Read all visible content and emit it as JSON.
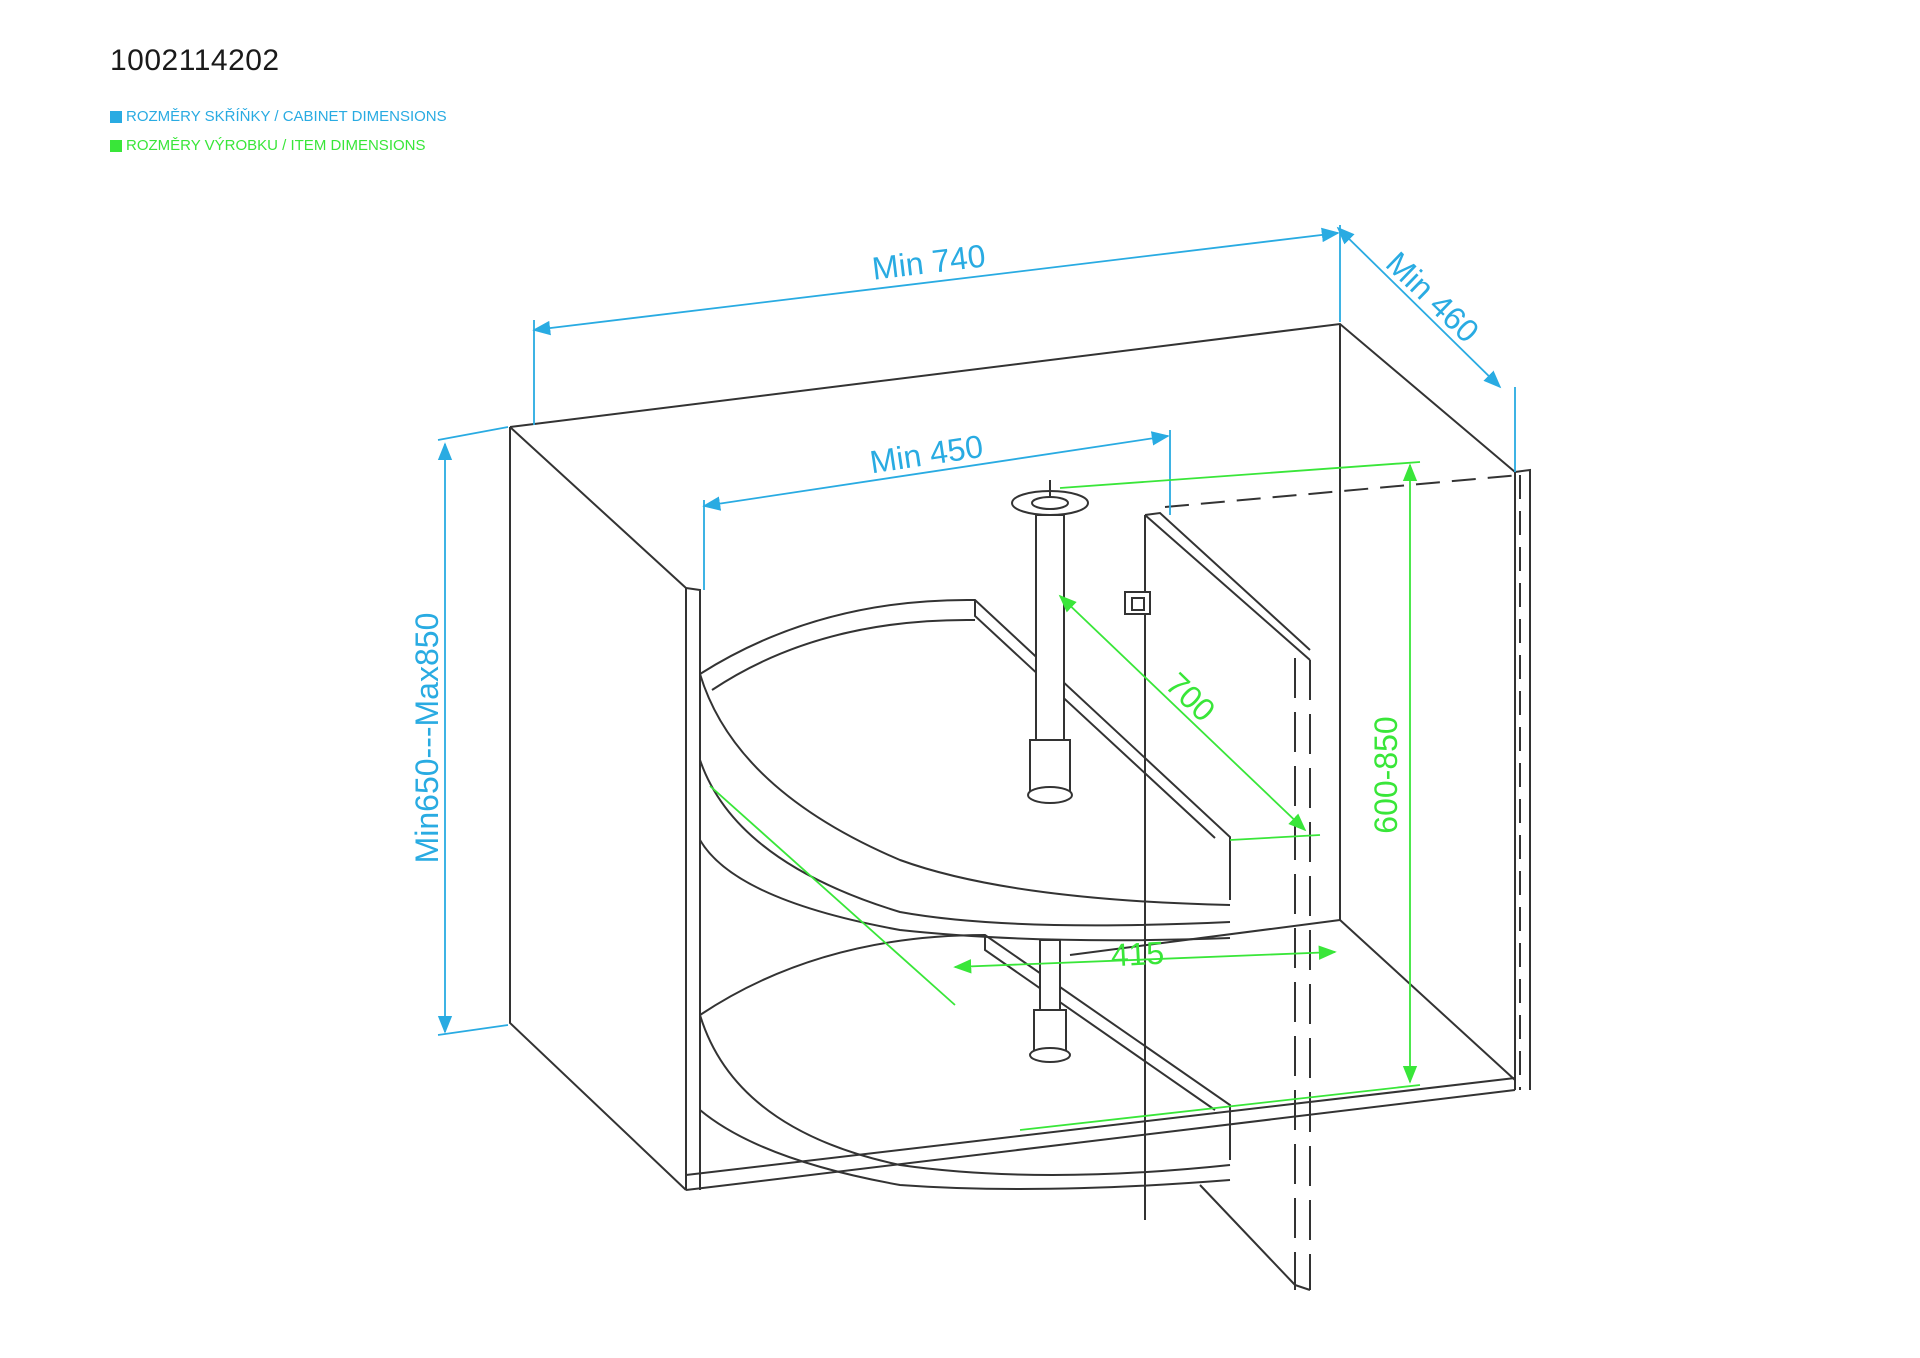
{
  "header": {
    "product_code": "1002114202"
  },
  "legend": {
    "cabinet": {
      "label": "ROZMĚRY SKŘÍŇKY / CABINET DIMENSIONS",
      "color": "#29abe2"
    },
    "item": {
      "label": "ROZMĚRY VÝROBKU / ITEM DIMENSIONS",
      "color": "#39e639"
    }
  },
  "dimensions": {
    "cabinet_width": "Min 740",
    "cabinet_depth": "Min 460",
    "cabinet_height": "Min650---Max850",
    "door_opening": "Min 450",
    "item_diameter": "700",
    "item_depth": "415",
    "item_height": "600-850"
  },
  "colors": {
    "cabinet_dim": "#29abe2",
    "item_dim": "#39e639",
    "outline": "#333333"
  }
}
